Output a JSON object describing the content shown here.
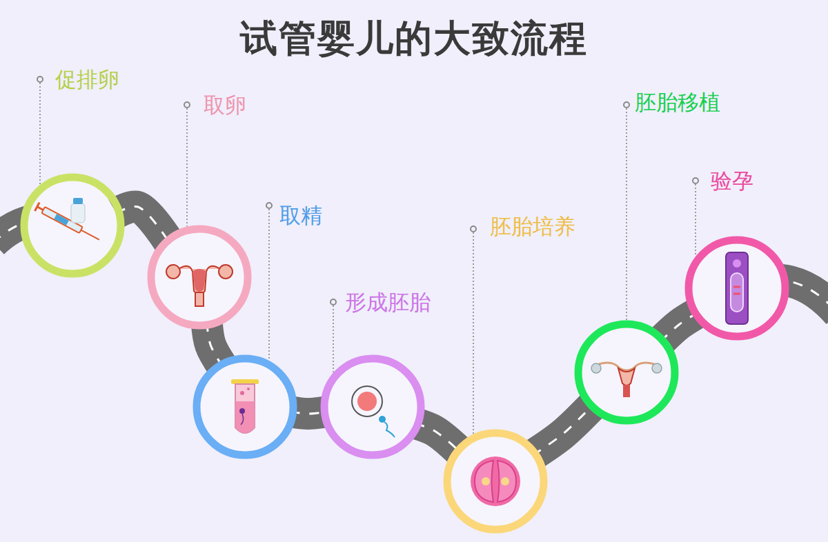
{
  "diagram": {
    "title": "试管婴儿的大致流程",
    "nodes": [
      {
        "text": [
          "促排卵"
        ]
      },
      {
        "text": [
          "取卵"
        ]
      },
      {
        "text": [
          "取精"
        ]
      },
      {
        "text": [
          "形成胚胎"
        ]
      },
      {
        "text": [
          "胚胎培养"
        ]
      },
      {
        "text": [
          "胚胎移植"
        ]
      },
      {
        "text": [
          "验孕"
        ]
      }
    ],
    "edges": [
      {
        "from": 0,
        "to": 1,
        "arrow": "none"
      },
      {
        "from": 1,
        "to": 2,
        "arrow": "none"
      },
      {
        "from": 2,
        "to": 3,
        "arrow": "none"
      },
      {
        "from": 3,
        "to": 4,
        "arrow": "none"
      },
      {
        "from": 4,
        "to": 5,
        "arrow": "none"
      },
      {
        "from": 5,
        "to": 6,
        "arrow": "none"
      }
    ]
  }
}
